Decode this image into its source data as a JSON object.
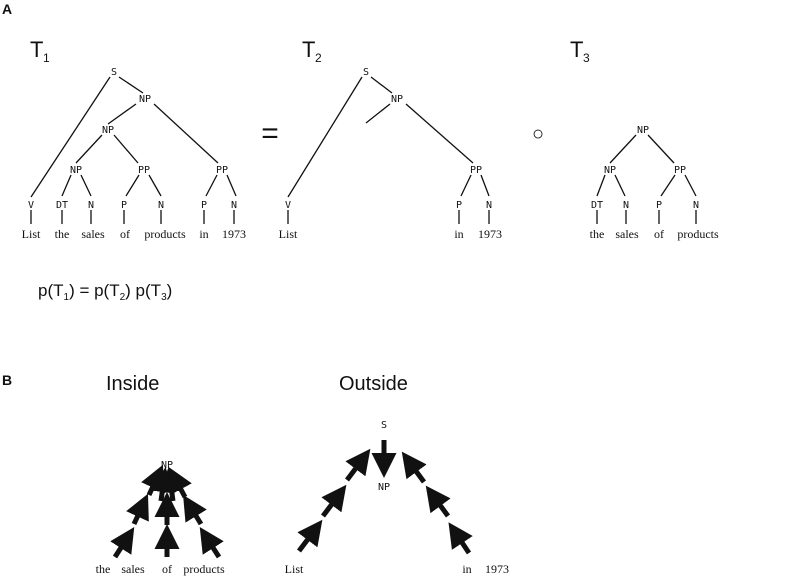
{
  "panels": {
    "a": {
      "letter": "A",
      "t1": {
        "name": "T",
        "sub": "1"
      },
      "t2": {
        "name": "T",
        "sub": "2"
      },
      "t3": {
        "name": "T",
        "sub": "3"
      },
      "equals": "=",
      "compose": "○",
      "tree1": {
        "s": "S",
        "np_top": "NP",
        "np_mid": "NP",
        "np_low": "NP",
        "pp1": "PP",
        "pp2": "PP",
        "v": "V",
        "dt": "DT",
        "n1": "N",
        "p1": "P",
        "n2": "N",
        "p2": "P",
        "n3": "N",
        "words": [
          "List",
          "the",
          "sales",
          "of",
          "products",
          "in",
          "1973"
        ]
      },
      "tree2": {
        "s": "S",
        "np": "NP",
        "pp": "PP",
        "v": "V",
        "p": "P",
        "n": "N",
        "words": [
          "List",
          "in",
          "1973"
        ]
      },
      "tree3": {
        "np_top": "NP",
        "np": "NP",
        "pp": "PP",
        "dt": "DT",
        "n1": "N",
        "p": "P",
        "n2": "N",
        "words": [
          "the",
          "sales",
          "of",
          "products"
        ]
      },
      "formula": {
        "p1": "p(T",
        "s1": "1",
        "eq": ") = p(T",
        "s2": "2",
        "mid": ") p(T",
        "s3": "3",
        "end": ")"
      }
    },
    "b": {
      "letter": "B",
      "inside": {
        "title": "Inside",
        "node": "NP",
        "words": [
          "the",
          "sales",
          "of",
          "products"
        ]
      },
      "outside": {
        "title": "Outside",
        "root": "S",
        "node": "NP",
        "words_left": [
          "List"
        ],
        "words_right": [
          "in",
          "1973"
        ]
      }
    }
  }
}
